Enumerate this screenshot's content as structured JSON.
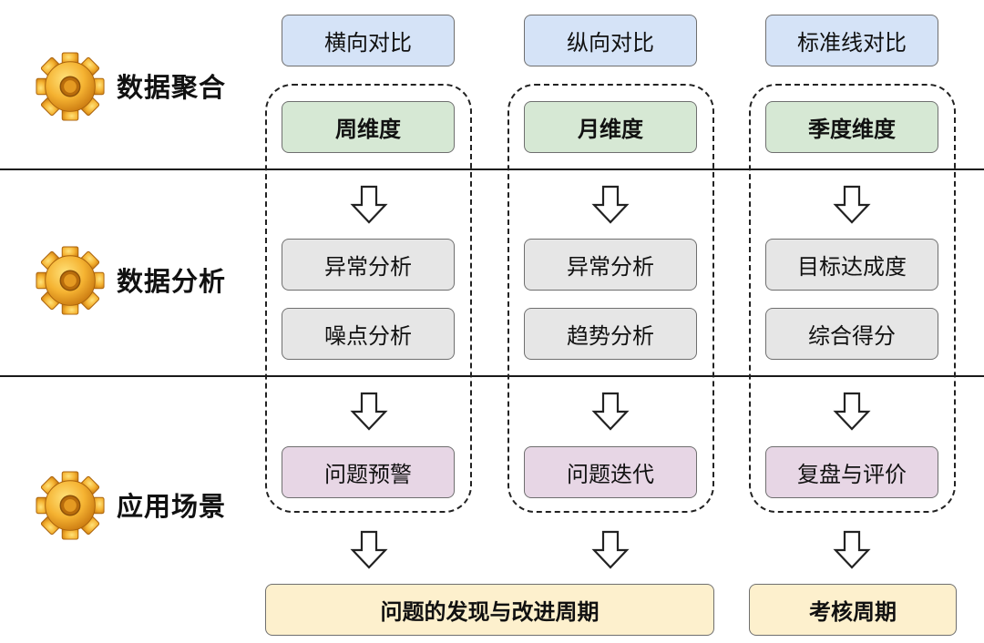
{
  "sections": [
    {
      "label": "数据聚合",
      "icon": "gear-icon"
    },
    {
      "label": "数据分析",
      "icon": "gear-icon"
    },
    {
      "label": "应用场景",
      "icon": "gear-icon"
    }
  ],
  "columns": [
    {
      "comparison": "横向对比",
      "dimension": "周维度",
      "analysis": [
        "异常分析",
        "噪点分析"
      ],
      "application": "问题预警"
    },
    {
      "comparison": "纵向对比",
      "dimension": "月维度",
      "analysis": [
        "异常分析",
        "趋势分析"
      ],
      "application": "问题迭代"
    },
    {
      "comparison": "标准线对比",
      "dimension": "季度维度",
      "analysis": [
        "目标达成度",
        "综合得分"
      ],
      "application": "复盘与评价"
    }
  ],
  "outcomes": [
    {
      "label": "问题的发现与改进周期"
    },
    {
      "label": "考核周期"
    }
  ],
  "colors": {
    "comparison": "#d5e3f7",
    "dimension": "#d6e8d4",
    "analysis": "#e6e6e6",
    "application": "#e7d6e5",
    "outcome": "#fdf0cd",
    "gear": "#f0a92a"
  }
}
